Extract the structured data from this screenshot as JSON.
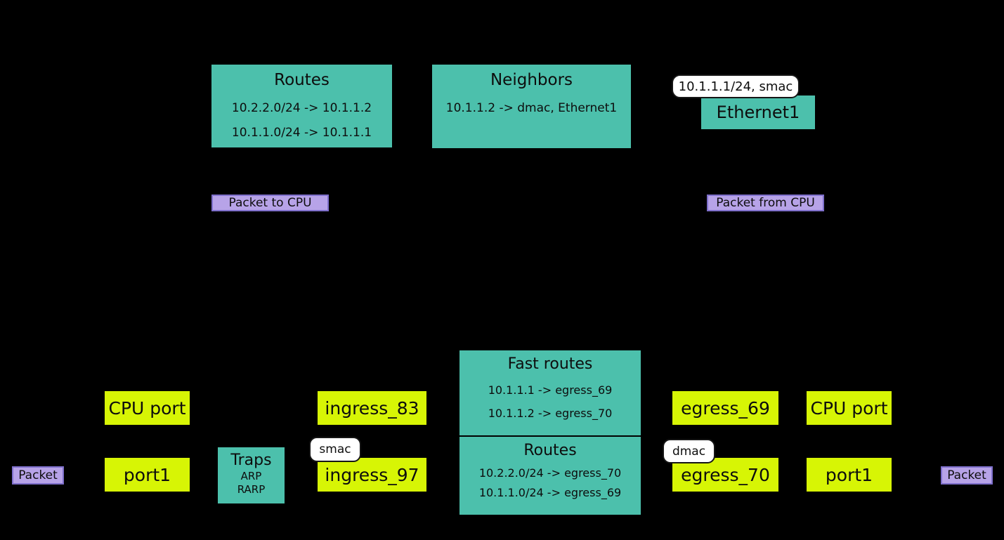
{
  "colors": {
    "background": "#000000",
    "teal": "#4cc0ac",
    "yellow": "#d7f505",
    "purple_fill": "#b7a3e8",
    "purple_border": "#7e6fcb",
    "pill_fill": "#ffffff",
    "text": "#0d0d0d"
  },
  "kernel": {
    "routes": {
      "title": "Routes",
      "rows": [
        "10.2.2.0/24 -> 10.1.1.2",
        "10.1.1.0/24 -> 10.1.1.1"
      ]
    },
    "neighbors": {
      "title": "Neighbors",
      "rows": [
        "10.1.1.2 -> dmac, Ethernet1"
      ]
    },
    "interface_tag": "10.1.1.1/24, smac",
    "interface_label": "Ethernet1",
    "packet_to_cpu": "Packet to CPU",
    "packet_from_cpu": "Packet from CPU"
  },
  "asic": {
    "packet_in": "Packet",
    "cpu_port_in": "CPU port",
    "port_in": "port1",
    "traps": {
      "title": "Traps",
      "rows": [
        "ARP",
        "RARP"
      ]
    },
    "ingress_83": "ingress_83",
    "smac_tag": "smac",
    "ingress_97": "ingress_97",
    "fast_routes": {
      "title": "Fast routes",
      "rows": [
        "10.1.1.1 -> egress_69",
        "10.1.1.2 -> egress_70"
      ]
    },
    "routes": {
      "title": "Routes",
      "rows": [
        "10.2.2.0/24 -> egress_70",
        "10.1.1.0/24 -> egress_69"
      ]
    },
    "egress_69": "egress_69",
    "dmac_tag": "dmac",
    "egress_70": "egress_70",
    "cpu_port_out": "CPU port",
    "port_out": "port1",
    "packet_out": "Packet"
  }
}
